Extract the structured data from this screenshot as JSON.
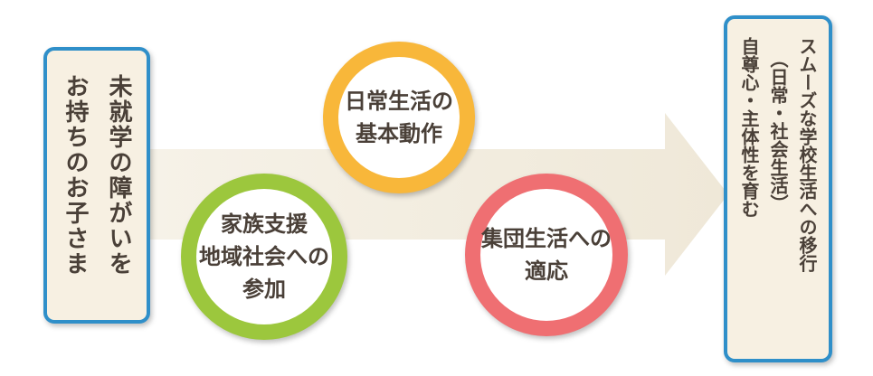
{
  "left_box": {
    "columns": [
      "未就学の障がいを",
      "お持ちのお子さま"
    ]
  },
  "circles": {
    "basic_actions": {
      "lines": [
        "日常生活の",
        "基本動作"
      ],
      "color": "#f8b73a"
    },
    "family_support": {
      "lines": [
        "家族支援",
        "地域社会への",
        "参加"
      ],
      "color": "#9cc73d"
    },
    "group_life": {
      "lines": [
        "集団生活への",
        "適応"
      ],
      "color": "#ef6f72"
    }
  },
  "right_box": {
    "columns": [
      "スムーズな学校生活への移行",
      "（日常・社会生活）",
      "自尊心・主体性を育む"
    ]
  },
  "colors": {
    "box_border": "#2f8fc9",
    "box_fill": "#f7f0e2",
    "arrow_fill": "#f4efe2",
    "text": "#4a4038"
  }
}
